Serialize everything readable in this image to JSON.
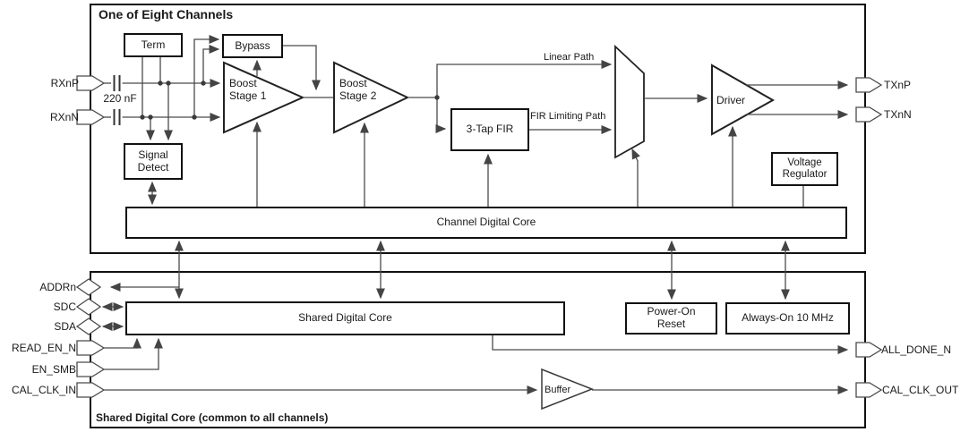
{
  "channel": {
    "title": "One of Eight Channels",
    "term": "Term",
    "bypass": "Bypass",
    "boost_stage_1": "Boost\nStage 1",
    "boost_stage_2": "Boost\nStage 2",
    "fir": "3-Tap FIR",
    "driver": "Driver",
    "signal_detect": "Signal\nDetect",
    "voltage_regulator": "Voltage\nRegulator",
    "digital_core": "Channel Digital Core",
    "cap_value": "220 nF",
    "linear_path": "Linear Path",
    "fir_limiting_path": "FIR Limiting Path",
    "pins": {
      "rx_p": "RXnP",
      "rx_n": "RXnN",
      "tx_p": "TXnP",
      "tx_n": "TXnN"
    }
  },
  "shared": {
    "caption": "Shared Digital Core (common to all channels)",
    "digital_core": "Shared Digital Core",
    "power_on_reset": "Power-On\nReset",
    "always_on_osc": "Always-On 10 MHz",
    "buffer": "Buffer",
    "pins": {
      "addr": "ADDRn",
      "sdc": "SDC",
      "sda": "SDA",
      "read_en": "READ_EN_N",
      "en_smb": "EN_SMB",
      "cal_clk_in": "CAL_CLK_IN",
      "all_done": "ALL_DONE_N",
      "cal_clk_out": "CAL_CLK_OUT"
    }
  },
  "colors": {
    "wire": "#4a4a4a",
    "border": "#111111",
    "background": "#ffffff"
  }
}
